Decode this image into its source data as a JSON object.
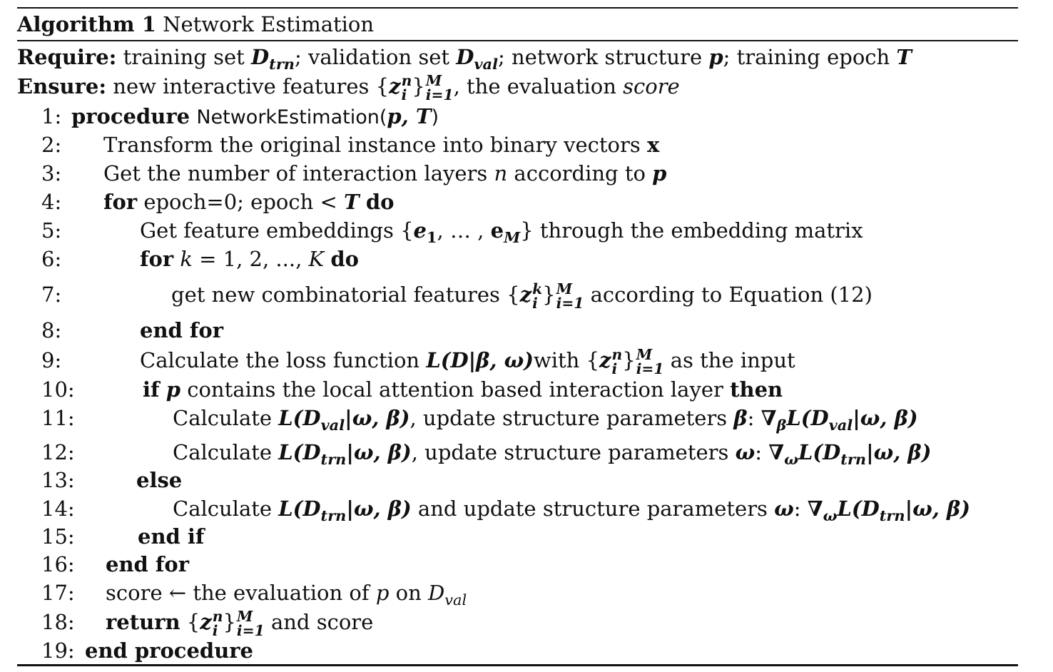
{
  "caption": {
    "label": "Algorithm 1",
    "title": "Network Estimation"
  },
  "header": {
    "require_kw": "Require:",
    "ensure_kw": "Ensure:"
  },
  "lines": [
    {
      "n": "1:"
    },
    {
      "n": "2:"
    },
    {
      "n": "3:"
    },
    {
      "n": "4:"
    },
    {
      "n": "5:"
    },
    {
      "n": "6:"
    },
    {
      "n": "7:"
    },
    {
      "n": "8:"
    },
    {
      "n": "9:"
    },
    {
      "n": "10:"
    },
    {
      "n": "11:"
    },
    {
      "n": "12:"
    },
    {
      "n": "13:"
    },
    {
      "n": "14:"
    },
    {
      "n": "15:"
    },
    {
      "n": "16:"
    },
    {
      "n": "17:"
    },
    {
      "n": "18:"
    },
    {
      "n": "19:"
    }
  ],
  "text": {
    "req_a": "training set ",
    "req_b": "; validation set ",
    "req_c": "; network structure ",
    "req_d": "; training epoch ",
    "ens_a": "new interactive features ",
    "ens_b": ", the evaluation ",
    "ens_c": "score",
    "l1_kw": "procedure",
    "l1_name": "NetworkEstimation(",
    "l2": "Transform the original instance into binary vectors ",
    "l3_a": "Get the number of interaction layers ",
    "l3_b": " according to ",
    "l4_kw": "for",
    "l4_a": " epoch=0; epoch < ",
    "l4_do": "do",
    "l5_a": "Get feature embeddings ",
    "l5_b": " through the embedding matrix",
    "l6_kw": "for",
    "l6_a": " = 1, 2, ..., ",
    "l6_do": "do",
    "l7_a": "get new combinatorial features ",
    "l7_b": " according to Equation (12)",
    "l8": "end for",
    "l9_a": "Calculate the loss function ",
    "l9_b": "with ",
    "l9_c": " as the input",
    "l10_kw": "if",
    "l10_a": " contains the local attention based interaction layer ",
    "l10_then": "then",
    "l11_a": "Calculate ",
    "l11_b": ", update structure parameters ",
    "l12_a": "Calculate ",
    "l12_b": ", update structure parameters ",
    "l13": "else",
    "l14_a": "Calculate ",
    "l14_b": " and update structure parameters ",
    "l15": "end if",
    "l16": "end for",
    "l17_a": "score ← the evaluation of ",
    "l17_b": " on ",
    "l18_kw": "return",
    "l18_a": " and score",
    "l19": "end procedure"
  }
}
